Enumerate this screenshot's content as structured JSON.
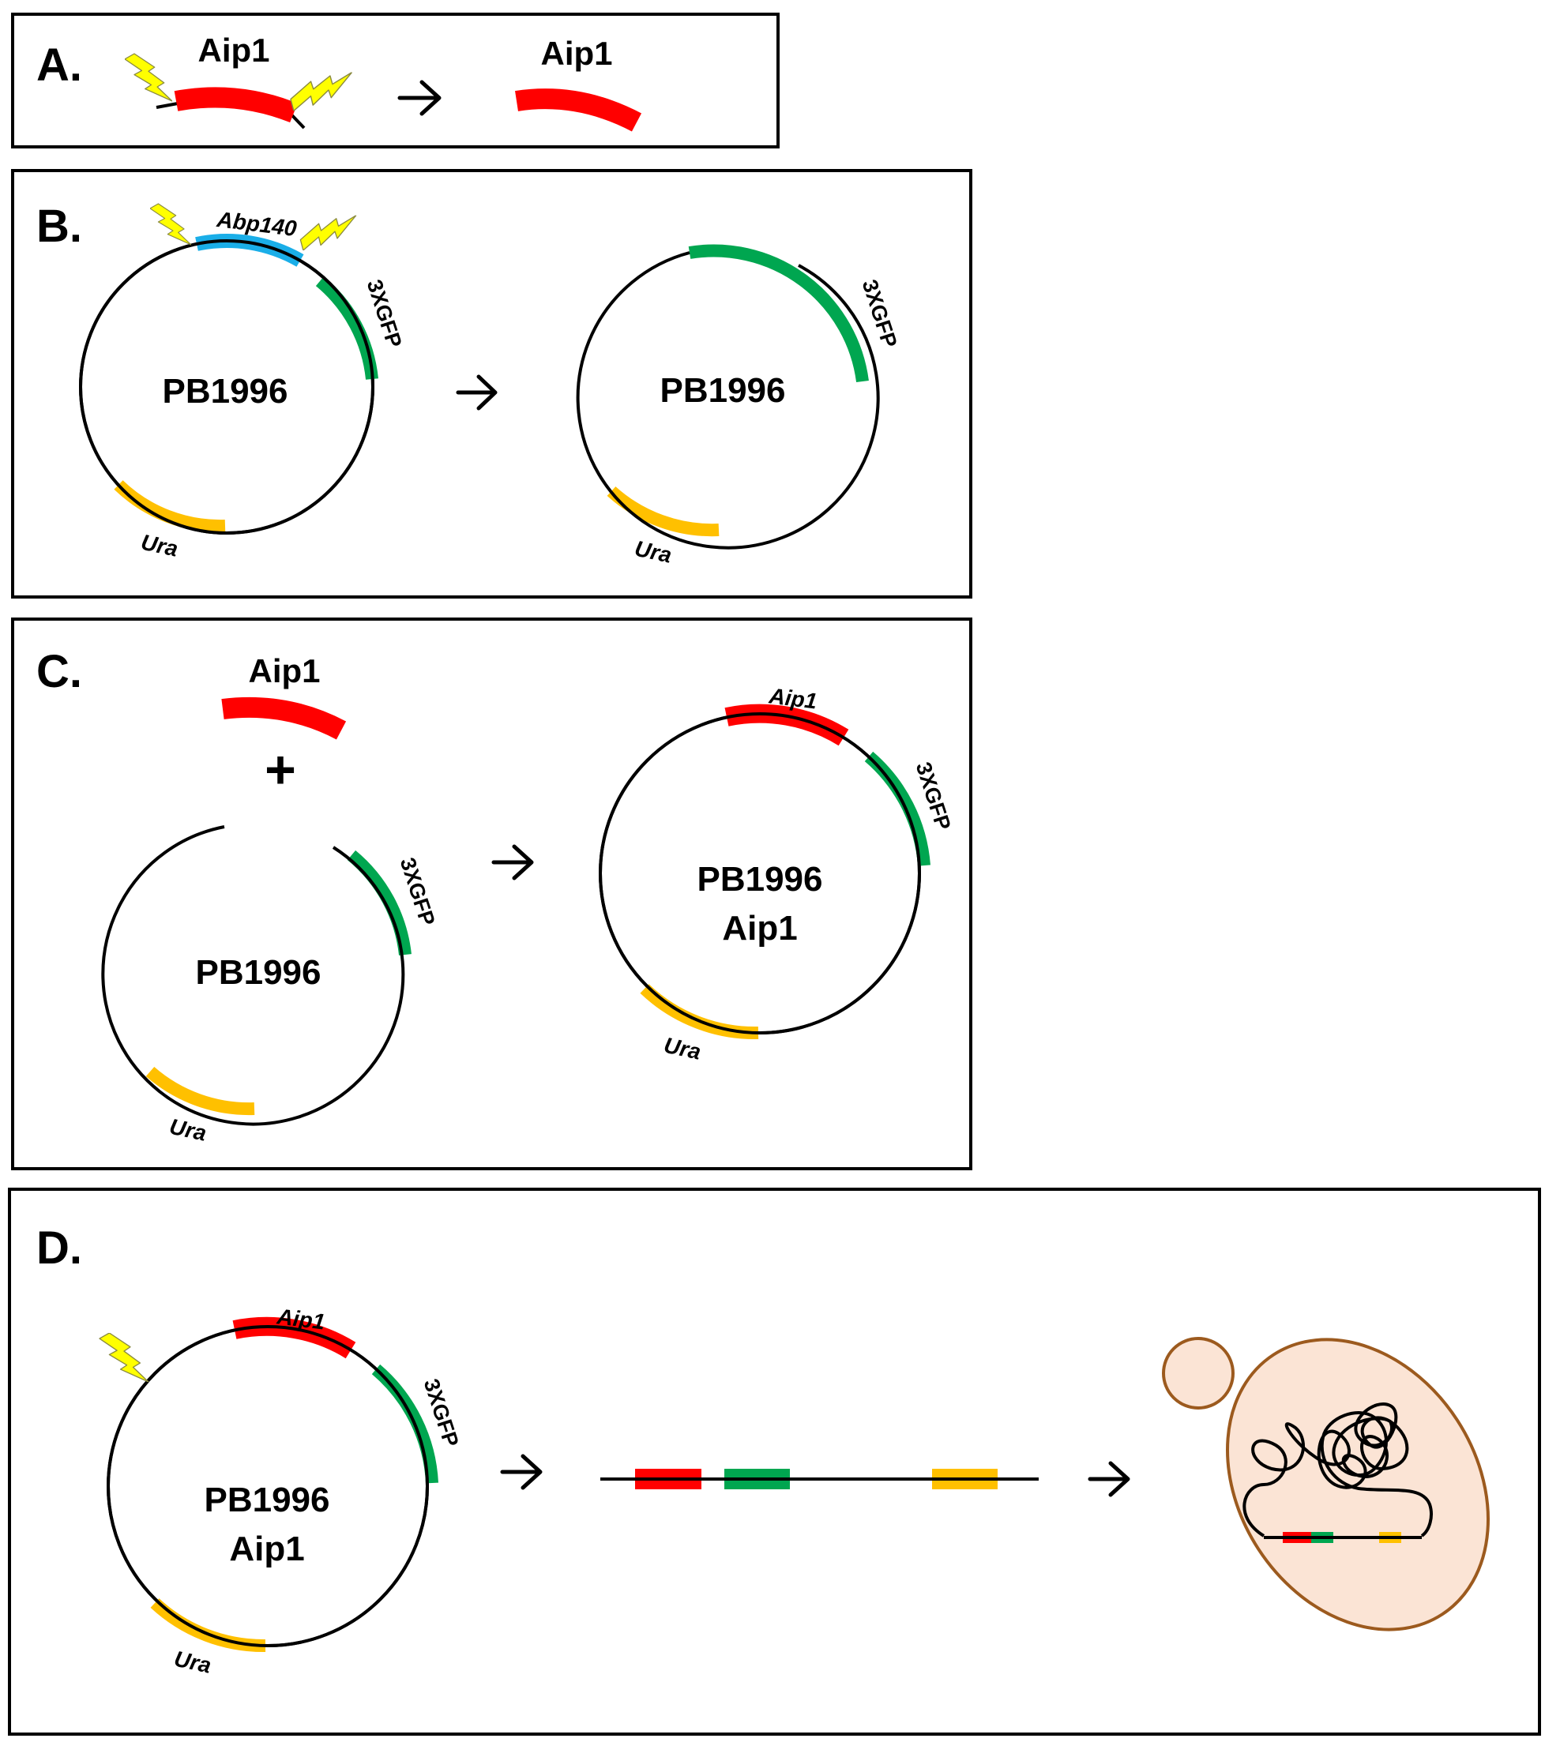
{
  "colors": {
    "aip1": "#ff0000",
    "abp140": "#1aaee8",
    "gfp": "#00a650",
    "ura": "#ffc000",
    "bolt": "#ffff00",
    "cell_fill": "#fbe4d5",
    "cell_stroke": "#9c5a1e"
  },
  "icons": [
    "lightning-bolt-icon",
    "arrow-right-icon",
    "plus-icon",
    "yeast-cell-icon"
  ],
  "panels": {
    "a": {
      "label": "A.",
      "gene_left": "Aip1",
      "gene_right": "Aip1"
    },
    "b": {
      "label": "B.",
      "insert": "Abp140",
      "gfp": "3XGFP",
      "plasmid": "PB1996",
      "marker": "Ura",
      "gfp_after": "3XGFP",
      "plasmid_after": "PB1996",
      "marker_after": "Ura"
    },
    "c": {
      "label": "C.",
      "gene": "Aip1",
      "plus": "+",
      "gfp": "3XGFP",
      "plasmid": "PB1996",
      "marker": "Ura",
      "result_gene": "Aip1",
      "result_gfp": "3XGFP",
      "result_plasmid_line1": "PB1996",
      "result_plasmid_line2": "Aip1",
      "result_marker": "Ura"
    },
    "d": {
      "label": "D.",
      "gene": "Aip1",
      "gfp": "3XGFP",
      "plasmid_line1": "PB1996",
      "plasmid_line2": "Aip1",
      "marker": "Ura"
    }
  }
}
